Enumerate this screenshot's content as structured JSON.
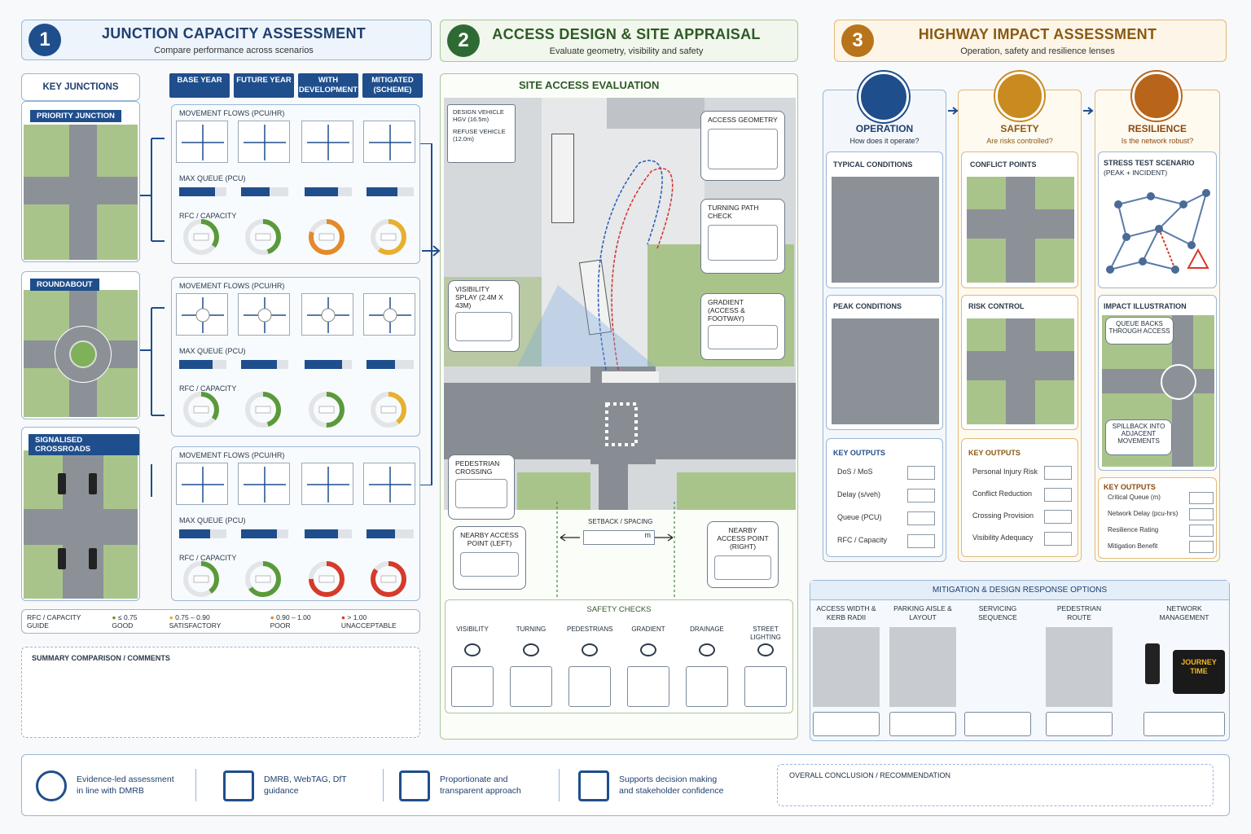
{
  "section1": {
    "number": "1",
    "title": "JUNCTION CAPACITY ASSESSMENT",
    "subtitle": "Compare performance across scenarios",
    "key_junctions_label": "KEY JUNCTIONS",
    "junctions": [
      "PRIORITY JUNCTION",
      "ROUNDABOUT",
      "SIGNALISED CROSSROADS"
    ],
    "scenarios": [
      "BASE YEAR",
      "FUTURE YEAR",
      "WITH DEVELOPMENT",
      "MITIGATED (SCHEME)"
    ],
    "row_labels": {
      "flows": "MOVEMENT FLOWS (PCU/HR)",
      "queue": "MAX QUEUE (PCU)",
      "rfc": "RFC / CAPACITY"
    },
    "queue_fill": [
      [
        0.75,
        0.6,
        0.7,
        0.65
      ],
      [
        0.7,
        0.75,
        0.8,
        0.6
      ],
      [
        0.65,
        0.75,
        0.7,
        0.6
      ]
    ],
    "rfc_guide_label": "RFC / CAPACITY GUIDE",
    "rfc_guide": [
      {
        "range": "≤ 0.75",
        "label": "GOOD",
        "color": "#5a9a3a"
      },
      {
        "range": "0.75 – 0.90",
        "label": "SATISFACTORY",
        "color": "#e8b030"
      },
      {
        "range": "0.90 – 1.00",
        "label": "POOR",
        "color": "#e48a2a"
      },
      {
        "range": "> 1.00",
        "label": "UNACCEPTABLE",
        "color": "#d63a2a"
      }
    ],
    "summary_label": "SUMMARY COMPARISON / COMMENTS"
  },
  "section2": {
    "number": "2",
    "title": "ACCESS DESIGN & SITE APPRAISAL",
    "subtitle": "Evaluate geometry, visibility and safety",
    "panel_title": "SITE ACCESS EVALUATION",
    "legend": {
      "design": "DESIGN VEHICLE",
      "design_sub": "HGV (16.5m)",
      "refuse": "REFUSE VEHICLE",
      "refuse_sub": "(12.0m)"
    },
    "callouts": {
      "access_geometry": "ACCESS GEOMETRY",
      "turning": "TURNING PATH CHECK",
      "gradient": "GRADIENT",
      "gradient_sub": "(ACCESS & FOOTWAY)",
      "visibility": "VISIBILITY",
      "visibility_sub": "SPLAY (2.4m x 43m)",
      "ped": "PEDESTRIAN CROSSING",
      "left": "NEARBY ACCESS POINT (LEFT)",
      "right": "NEARBY ACCESS POINT (RIGHT)",
      "setback": "SETBACK / SPACING",
      "unit": "m"
    },
    "safety_title": "SAFETY CHECKS",
    "safety_items": [
      "VISIBILITY",
      "TURNING",
      "PEDESTRIANS",
      "GRADIENT",
      "DRAINAGE",
      "STREET LIGHTING"
    ]
  },
  "section3": {
    "number": "3",
    "title": "HIGHWAY IMPACT ASSESSMENT",
    "subtitle": "Operation, safety and resilience lenses",
    "operation": {
      "title": "OPERATION",
      "q": "How does it operate?",
      "typical": "TYPICAL CONDITIONS",
      "peak": "PEAK CONDITIONS",
      "ko": "KEY OUTPUTS",
      "outputs": [
        "DoS / MoS",
        "Delay (s/veh)",
        "Queue (PCU)",
        "RFC / Capacity"
      ]
    },
    "safety": {
      "title": "SAFETY",
      "q": "Are risks controlled?",
      "conflict": "CONFLICT POINTS",
      "risk": "RISK CONTROL",
      "ko": "KEY OUTPUTS",
      "outputs": [
        "Personal Injury Risk",
        "Conflict Reduction",
        "Crossing Provision",
        "Visibility Adequacy"
      ]
    },
    "resilience": {
      "title": "RESILIENCE",
      "q": "Is the network robust?",
      "stress": "STRESS TEST SCENARIO",
      "stress_sub": "(PEAK + INCIDENT)",
      "impact": "IMPACT ILLUSTRATION",
      "queue_note": "QUEUE BACKS THROUGH ACCESS",
      "spill_note": "SPILLBACK INTO ADJACENT MOVEMENTS",
      "ko": "KEY OUTPUTS",
      "outputs": [
        "Critical Queue (m)",
        "Network Delay (pcu-hrs)",
        "Resilience Rating",
        "Mitigation Benefit"
      ]
    },
    "mitigation_title": "MITIGATION & DESIGN RESPONSE OPTIONS",
    "mitigation": [
      "ACCESS WIDTH & KERB RADII",
      "PARKING AISLE & LAYOUT",
      "SERVICING SEQUENCE",
      "PEDESTRIAN ROUTE",
      "NETWORK MANAGEMENT"
    ],
    "journey": "JOURNEY TIME"
  },
  "footer": {
    "items": [
      "Evidence-led assessment in line with DMRB",
      "DMRB, WebTAG, DfT guidance",
      "Proportionate and transparent approach",
      "Supports decision making and stakeholder confidence"
    ],
    "conclusion": "OVERALL CONCLUSION / RECOMMENDATION"
  },
  "colors": {
    "blue": "#1f4e8c",
    "green": "#2e6b34",
    "orange": "#b8741a"
  }
}
